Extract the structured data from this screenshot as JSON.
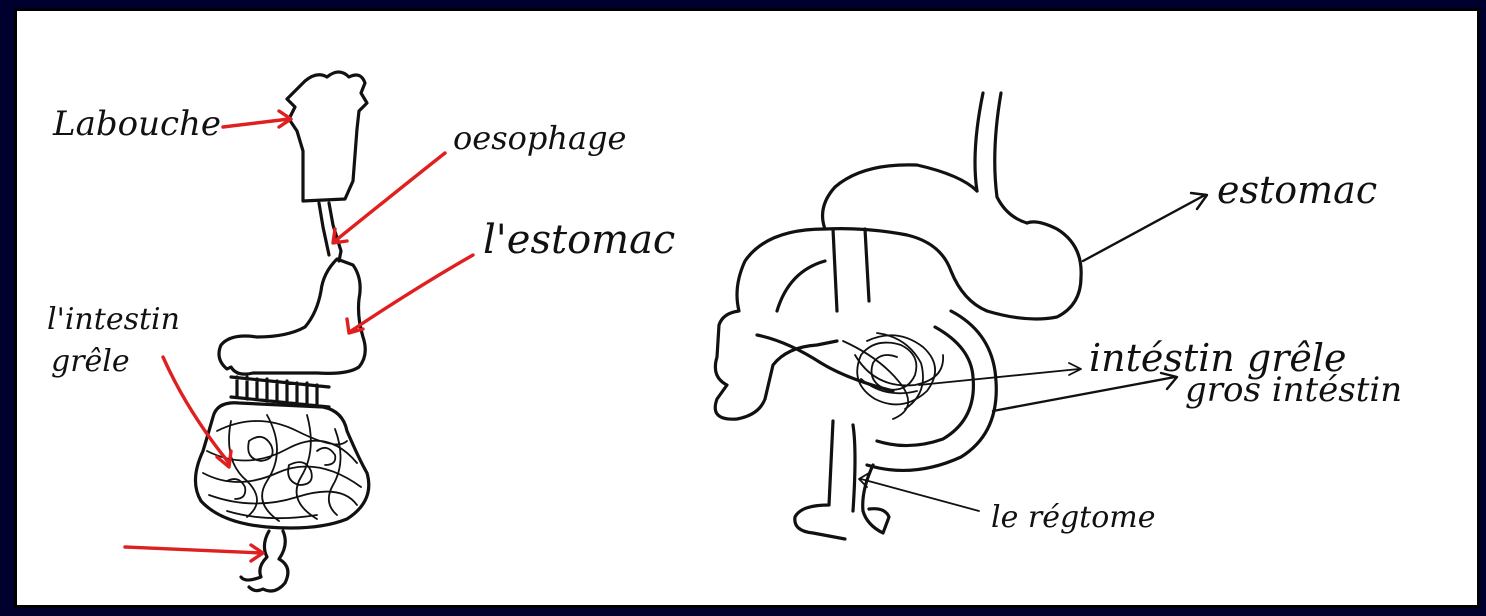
{
  "colors": {
    "frame": "#00002e",
    "paper": "#ffffff",
    "ink": "#111111",
    "arrow_left": "#e02020"
  },
  "left_diagram": {
    "labels": {
      "mouth": "Labouche",
      "esophagus": "oesophage",
      "stomach": "l'estomac",
      "small_intestine_line1": "l'intestin",
      "small_intestine_line2": "grêle"
    }
  },
  "right_diagram": {
    "labels": {
      "stomach": "estomac",
      "small_intestine": "intéstin grêle",
      "large_intestine": "gros intéstin",
      "rectum": "le régtome"
    }
  }
}
